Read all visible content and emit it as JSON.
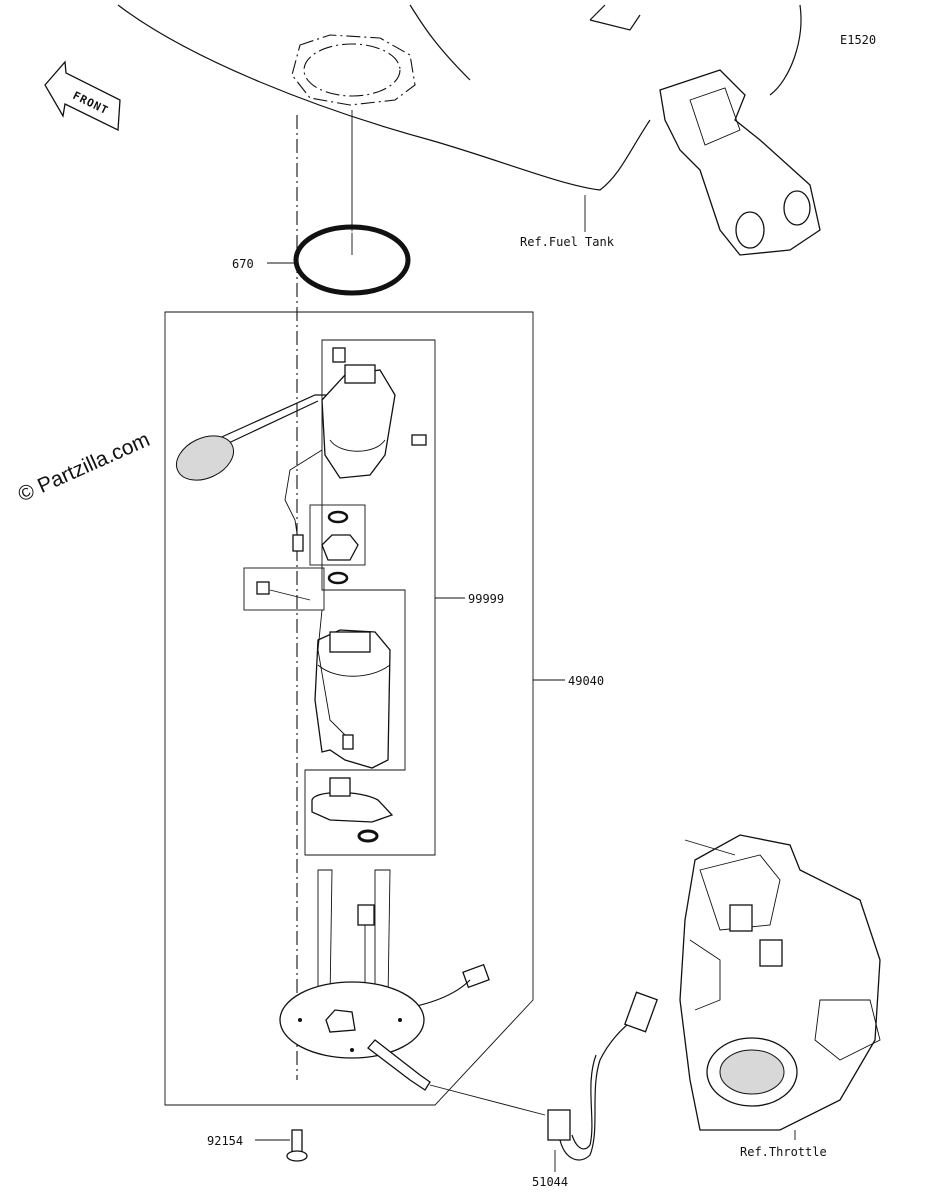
{
  "diagram": {
    "code": "E1520",
    "watermark": "© Partzilla.com",
    "front_label": "FRONT",
    "refs": {
      "fuel_tank": "Ref.Fuel Tank",
      "throttle": "Ref.Throttle"
    },
    "parts": [
      {
        "id": "670"
      },
      {
        "id": "99999"
      },
      {
        "id": "49040"
      },
      {
        "id": "92154"
      },
      {
        "id": "51044"
      }
    ]
  }
}
